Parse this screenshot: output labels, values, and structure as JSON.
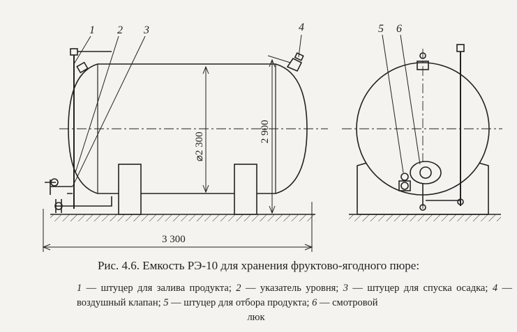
{
  "figure": {
    "callouts": [
      "1",
      "2",
      "3",
      "4",
      "5",
      "6"
    ],
    "dimensions": {
      "diameter": "⌀2 300",
      "height": "2 900",
      "length": "3 300"
    }
  },
  "caption": "Рис. 4.6. Емкость РЭ-10 для хранения фруктово-ягодного пюре:",
  "legend": [
    {
      "num": "1",
      "text": " — штуцер для залива продукта; "
    },
    {
      "num": "2",
      "text": " — указатель уровня; "
    },
    {
      "num": "3",
      "text": " — штуцер для спуска осадка; "
    },
    {
      "num": "4",
      "text": " — воздушный клапан; "
    },
    {
      "num": "5",
      "text": " — штуцер для отбора продукта; "
    },
    {
      "num": "6",
      "text": " — смотровой"
    }
  ],
  "legend_tail": "люк"
}
